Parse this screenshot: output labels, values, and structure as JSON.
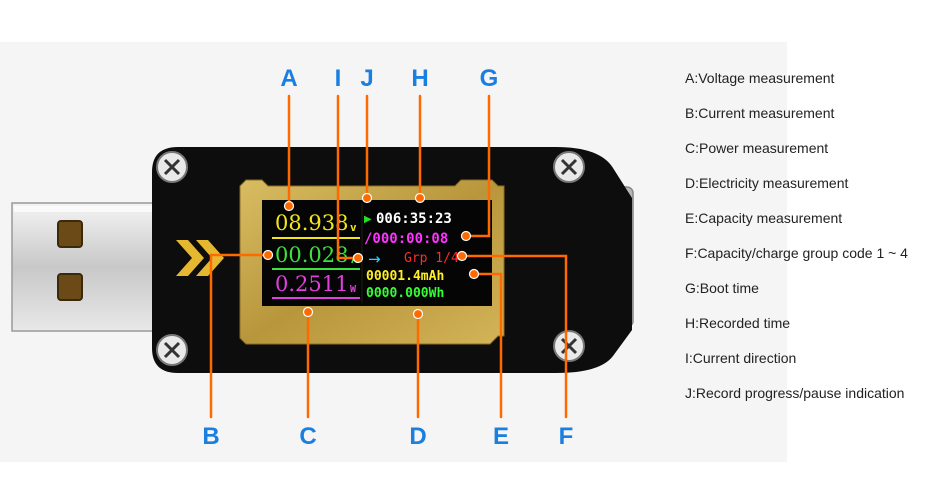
{
  "screen": {
    "voltage": "08.938",
    "voltage_unit": "v",
    "current": "00.028",
    "current_unit": "A",
    "power": "0.2511",
    "power_unit": "W",
    "record_time": "006:35:23",
    "boot_time": "/000:00:08",
    "group": "Grp 1/4",
    "capacity": "00001.4mAh",
    "electricity": "0000.000Wh",
    "record_indicator": "▶",
    "current_direction": "→"
  },
  "callouts": [
    "A",
    "B",
    "C",
    "D",
    "E",
    "F",
    "G",
    "H",
    "I",
    "J"
  ],
  "legend": [
    "A:Voltage measurement",
    "B:Current measurement",
    "C:Power measurement",
    "D:Electricity measurement",
    "E:Capacity measurement",
    "F:Capacity/charge group code 1 ~ 4",
    "G:Boot time",
    "H:Recorded time",
    "I:Current direction",
    "J:Record progress/pause indication"
  ],
  "colors": {
    "callout": "#1a7fe0",
    "leader": "#ff6a00",
    "voltage": "#f2e61a",
    "current": "#3de03d",
    "power": "#e040e0",
    "timer": "#ffffff",
    "boot": "#ff33ff",
    "group": "#ff2a2a",
    "capacity": "#ffee22",
    "electricity": "#33ff33",
    "frame": "#c9a84a"
  }
}
